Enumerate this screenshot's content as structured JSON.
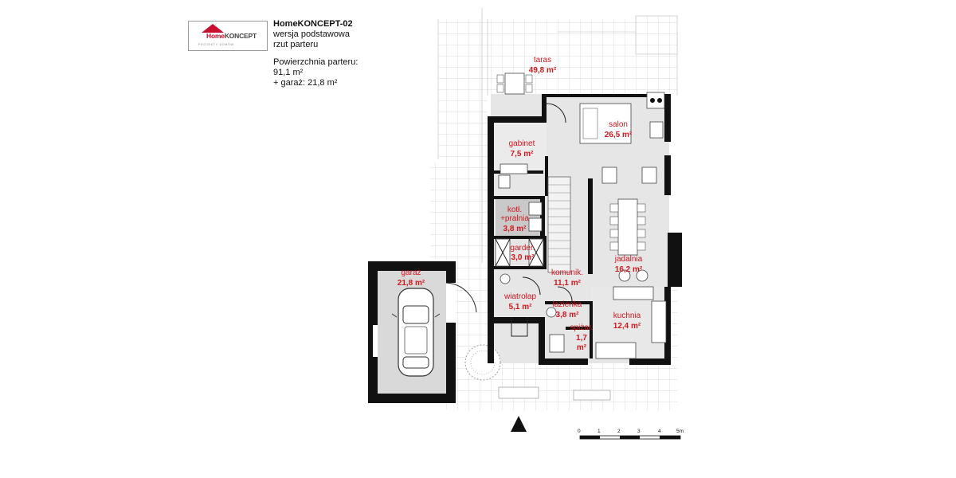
{
  "logo": {
    "home": "Home",
    "koncept": "KONCEPT",
    "tagline": "PROJEKTY DOMÓW"
  },
  "info": {
    "project_name": "HomeKONCEPT-02",
    "version": "wersja podstawowa",
    "view": "rzut parteru",
    "area_label": "Powierzchnia parteru:",
    "area_value": "91,1 m²",
    "garage_value": "+ garaż: 21,8 m²"
  },
  "rooms": [
    {
      "id": "taras",
      "name": "taras",
      "area": "49,8 m²"
    },
    {
      "id": "salon",
      "name": "salon",
      "area": "26,5 m²"
    },
    {
      "id": "gabinet",
      "name": "gabinet",
      "area": "7,5 m²"
    },
    {
      "id": "kotl",
      "name": "kotł.",
      "name2": "+pralnia",
      "area": "3,8 m²"
    },
    {
      "id": "garder",
      "name": "garder.",
      "area": "3,0 m²"
    },
    {
      "id": "jadalnia",
      "name": "jadalnia",
      "area": "16,2 m²"
    },
    {
      "id": "komunik",
      "name": "komunik.",
      "area": "11,1 m²"
    },
    {
      "id": "garaz",
      "name": "garaż",
      "area": "21,8 m²"
    },
    {
      "id": "wiatrolap",
      "name": "wiatrołap",
      "area": "5,1 m²"
    },
    {
      "id": "lazienka",
      "name": "łazienka",
      "area": "3,8 m²"
    },
    {
      "id": "spizar",
      "name": "spiżar.",
      "name2": "1,7",
      "area": "m²"
    },
    {
      "id": "kuchnia",
      "name": "kuchnia",
      "area": "12,4 m²"
    }
  ],
  "scale": {
    "ticks": [
      "0",
      "1",
      "2",
      "3",
      "4",
      "5m"
    ]
  },
  "colors": {
    "label": "#d0181f",
    "wall": "#111111",
    "floor": "#e6e6e6",
    "garage_floor": "#d9d9d9",
    "boiler_room": "#c9c9c9",
    "logo_red": "#c8102e"
  },
  "icons": {
    "north": "north-arrow-icon",
    "car": "car-icon",
    "tree": "tree-icon"
  }
}
